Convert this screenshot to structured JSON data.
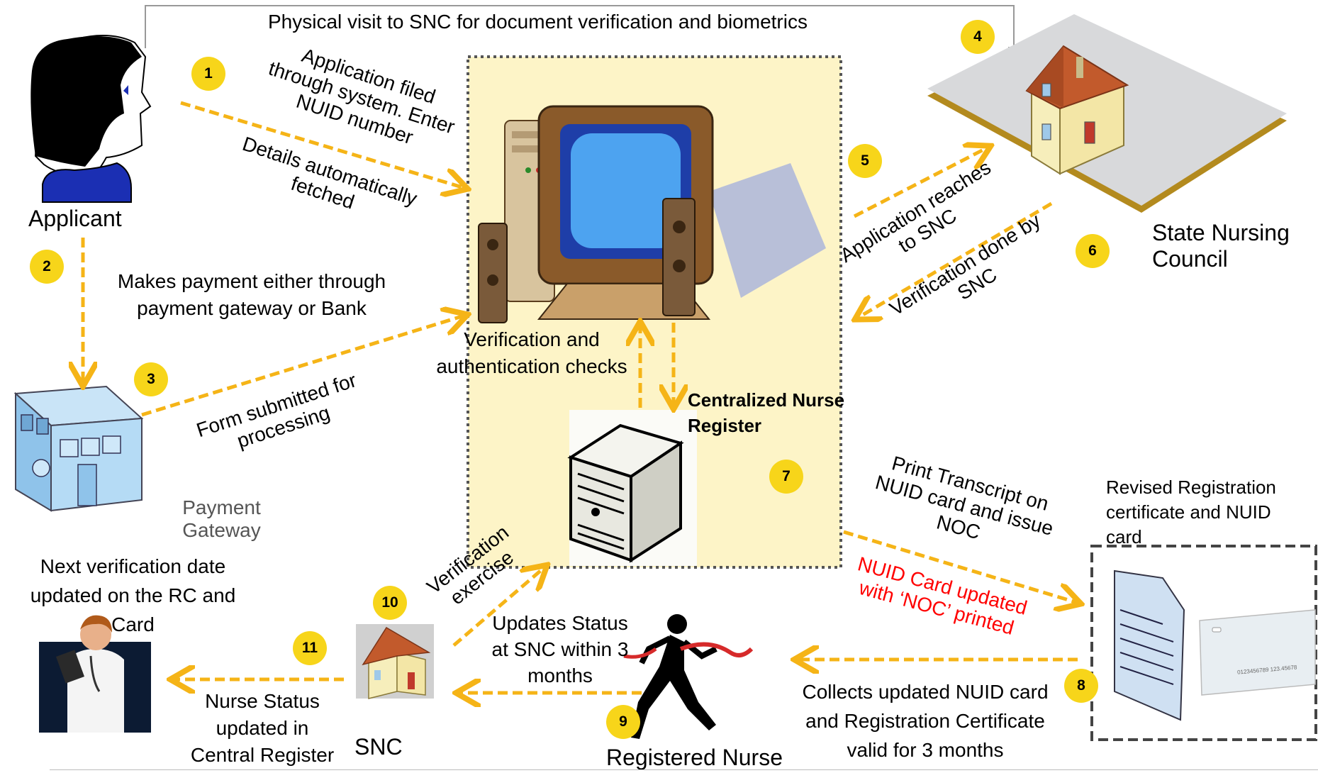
{
  "diagram": {
    "top_label": "Physical visit to SNC for document verification and biometrics",
    "actors": {
      "applicant": "Applicant",
      "state_nursing_council": [
        "State Nursing",
        "Council"
      ],
      "payment_gateway": [
        "Payment",
        "Gateway"
      ],
      "centralized_register": [
        "Centralized Nurse",
        "Register"
      ],
      "snc": "SNC",
      "registered_nurse": "Registered Nurse",
      "revised_docs": [
        "Revised Registration",
        "certificate and NUID",
        "card"
      ]
    },
    "steps": [
      {
        "num": "1",
        "text": [
          "Application filed",
          "through system. Enter",
          "NUID number"
        ]
      },
      {
        "num": "2",
        "text": [
          "Makes payment either through",
          "payment gateway or Bank"
        ]
      },
      {
        "num": "3",
        "text": [
          "Form submitted for",
          "processing"
        ]
      },
      {
        "num": "4"
      },
      {
        "num": "5",
        "text": [
          "Application reaches",
          "to SNC"
        ]
      },
      {
        "num": "6",
        "text": [
          "Verification done by",
          "SNC"
        ]
      },
      {
        "num": "7"
      },
      {
        "num": "8",
        "text": [
          "Collects updated NUID card",
          "and Registration Certificate",
          "valid for 3 months"
        ]
      },
      {
        "num": "9",
        "text": [
          "Updates Status",
          "at SNC within 3",
          "months"
        ]
      },
      {
        "num": "10",
        "text": [
          "Verification",
          "exercise"
        ]
      },
      {
        "num": "11",
        "text": [
          "Nurse Status",
          "updated in",
          "Central Register"
        ]
      }
    ],
    "details_fetched": [
      "Details automatically",
      "fetched"
    ],
    "verification_checks": [
      "Verification and",
      "authentication checks"
    ],
    "print_transcript": [
      "Print Transcript on",
      "NUID card and issue",
      "NOC"
    ],
    "noc_note": [
      "NUID Card updated",
      "with ‘NOC’ printed"
    ],
    "next_verification": [
      "Next verification date",
      "updated on the RC and",
      "Card"
    ],
    "card_number": "0123456789 123.45678",
    "colors": {
      "arrow": "#f5b417",
      "badge": "#f7d51a",
      "noc_text": "#ff0000",
      "panel": "#fdf4c7"
    }
  }
}
